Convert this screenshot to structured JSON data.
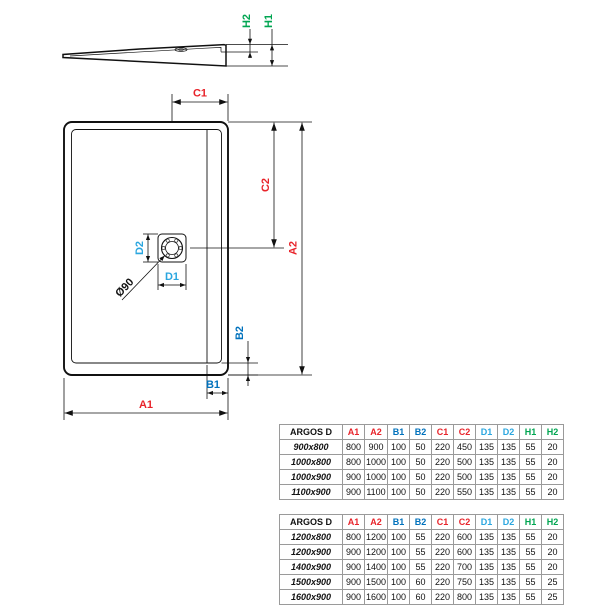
{
  "colors": {
    "a": "#e8232a",
    "b": "#0071bc",
    "c": "#e8232a",
    "d": "#2aa6df",
    "h": "#00a551",
    "line": "#111111"
  },
  "drawing": {
    "labels": {
      "h1": "H1",
      "h2": "H2",
      "a1": "A1",
      "a2": "A2",
      "b1": "B1",
      "b2": "B2",
      "c1": "C1",
      "c2": "C2",
      "d1": "D1",
      "d2": "D2",
      "drain_diameter": "Ø90"
    }
  },
  "tables": [
    {
      "title": "ARGOS D",
      "columns": [
        {
          "label": "ARGOS D",
          "color": "#111111"
        },
        {
          "label": "A1",
          "color": "#e8232a"
        },
        {
          "label": "A2",
          "color": "#e8232a"
        },
        {
          "label": "B1",
          "color": "#0071bc"
        },
        {
          "label": "B2",
          "color": "#0071bc"
        },
        {
          "label": "C1",
          "color": "#e8232a"
        },
        {
          "label": "C2",
          "color": "#e8232a"
        },
        {
          "label": "D1",
          "color": "#2aa6df"
        },
        {
          "label": "D2",
          "color": "#2aa6df"
        },
        {
          "label": "H1",
          "color": "#00a551"
        },
        {
          "label": "H2",
          "color": "#00a551"
        }
      ],
      "rows": [
        [
          "900x800",
          "800",
          "900",
          "100",
          "50",
          "220",
          "450",
          "135",
          "135",
          "55",
          "20"
        ],
        [
          "1000x800",
          "800",
          "1000",
          "100",
          "50",
          "220",
          "500",
          "135",
          "135",
          "55",
          "20"
        ],
        [
          "1000x900",
          "900",
          "1000",
          "100",
          "50",
          "220",
          "500",
          "135",
          "135",
          "55",
          "20"
        ],
        [
          "1100x900",
          "900",
          "1100",
          "100",
          "50",
          "220",
          "550",
          "135",
          "135",
          "55",
          "20"
        ]
      ]
    },
    {
      "title": "ARGOS D",
      "columns": [
        {
          "label": "ARGOS D",
          "color": "#111111"
        },
        {
          "label": "A1",
          "color": "#e8232a"
        },
        {
          "label": "A2",
          "color": "#e8232a"
        },
        {
          "label": "B1",
          "color": "#0071bc"
        },
        {
          "label": "B2",
          "color": "#0071bc"
        },
        {
          "label": "C1",
          "color": "#e8232a"
        },
        {
          "label": "C2",
          "color": "#e8232a"
        },
        {
          "label": "D1",
          "color": "#2aa6df"
        },
        {
          "label": "D2",
          "color": "#2aa6df"
        },
        {
          "label": "H1",
          "color": "#00a551"
        },
        {
          "label": "H2",
          "color": "#00a551"
        }
      ],
      "rows": [
        [
          "1200x800",
          "800",
          "1200",
          "100",
          "55",
          "220",
          "600",
          "135",
          "135",
          "55",
          "20"
        ],
        [
          "1200x900",
          "900",
          "1200",
          "100",
          "55",
          "220",
          "600",
          "135",
          "135",
          "55",
          "20"
        ],
        [
          "1400x900",
          "900",
          "1400",
          "100",
          "55",
          "220",
          "700",
          "135",
          "135",
          "55",
          "20"
        ],
        [
          "1500x900",
          "900",
          "1500",
          "100",
          "60",
          "220",
          "750",
          "135",
          "135",
          "55",
          "25"
        ],
        [
          "1600x900",
          "900",
          "1600",
          "100",
          "60",
          "220",
          "800",
          "135",
          "135",
          "55",
          "25"
        ]
      ]
    }
  ]
}
